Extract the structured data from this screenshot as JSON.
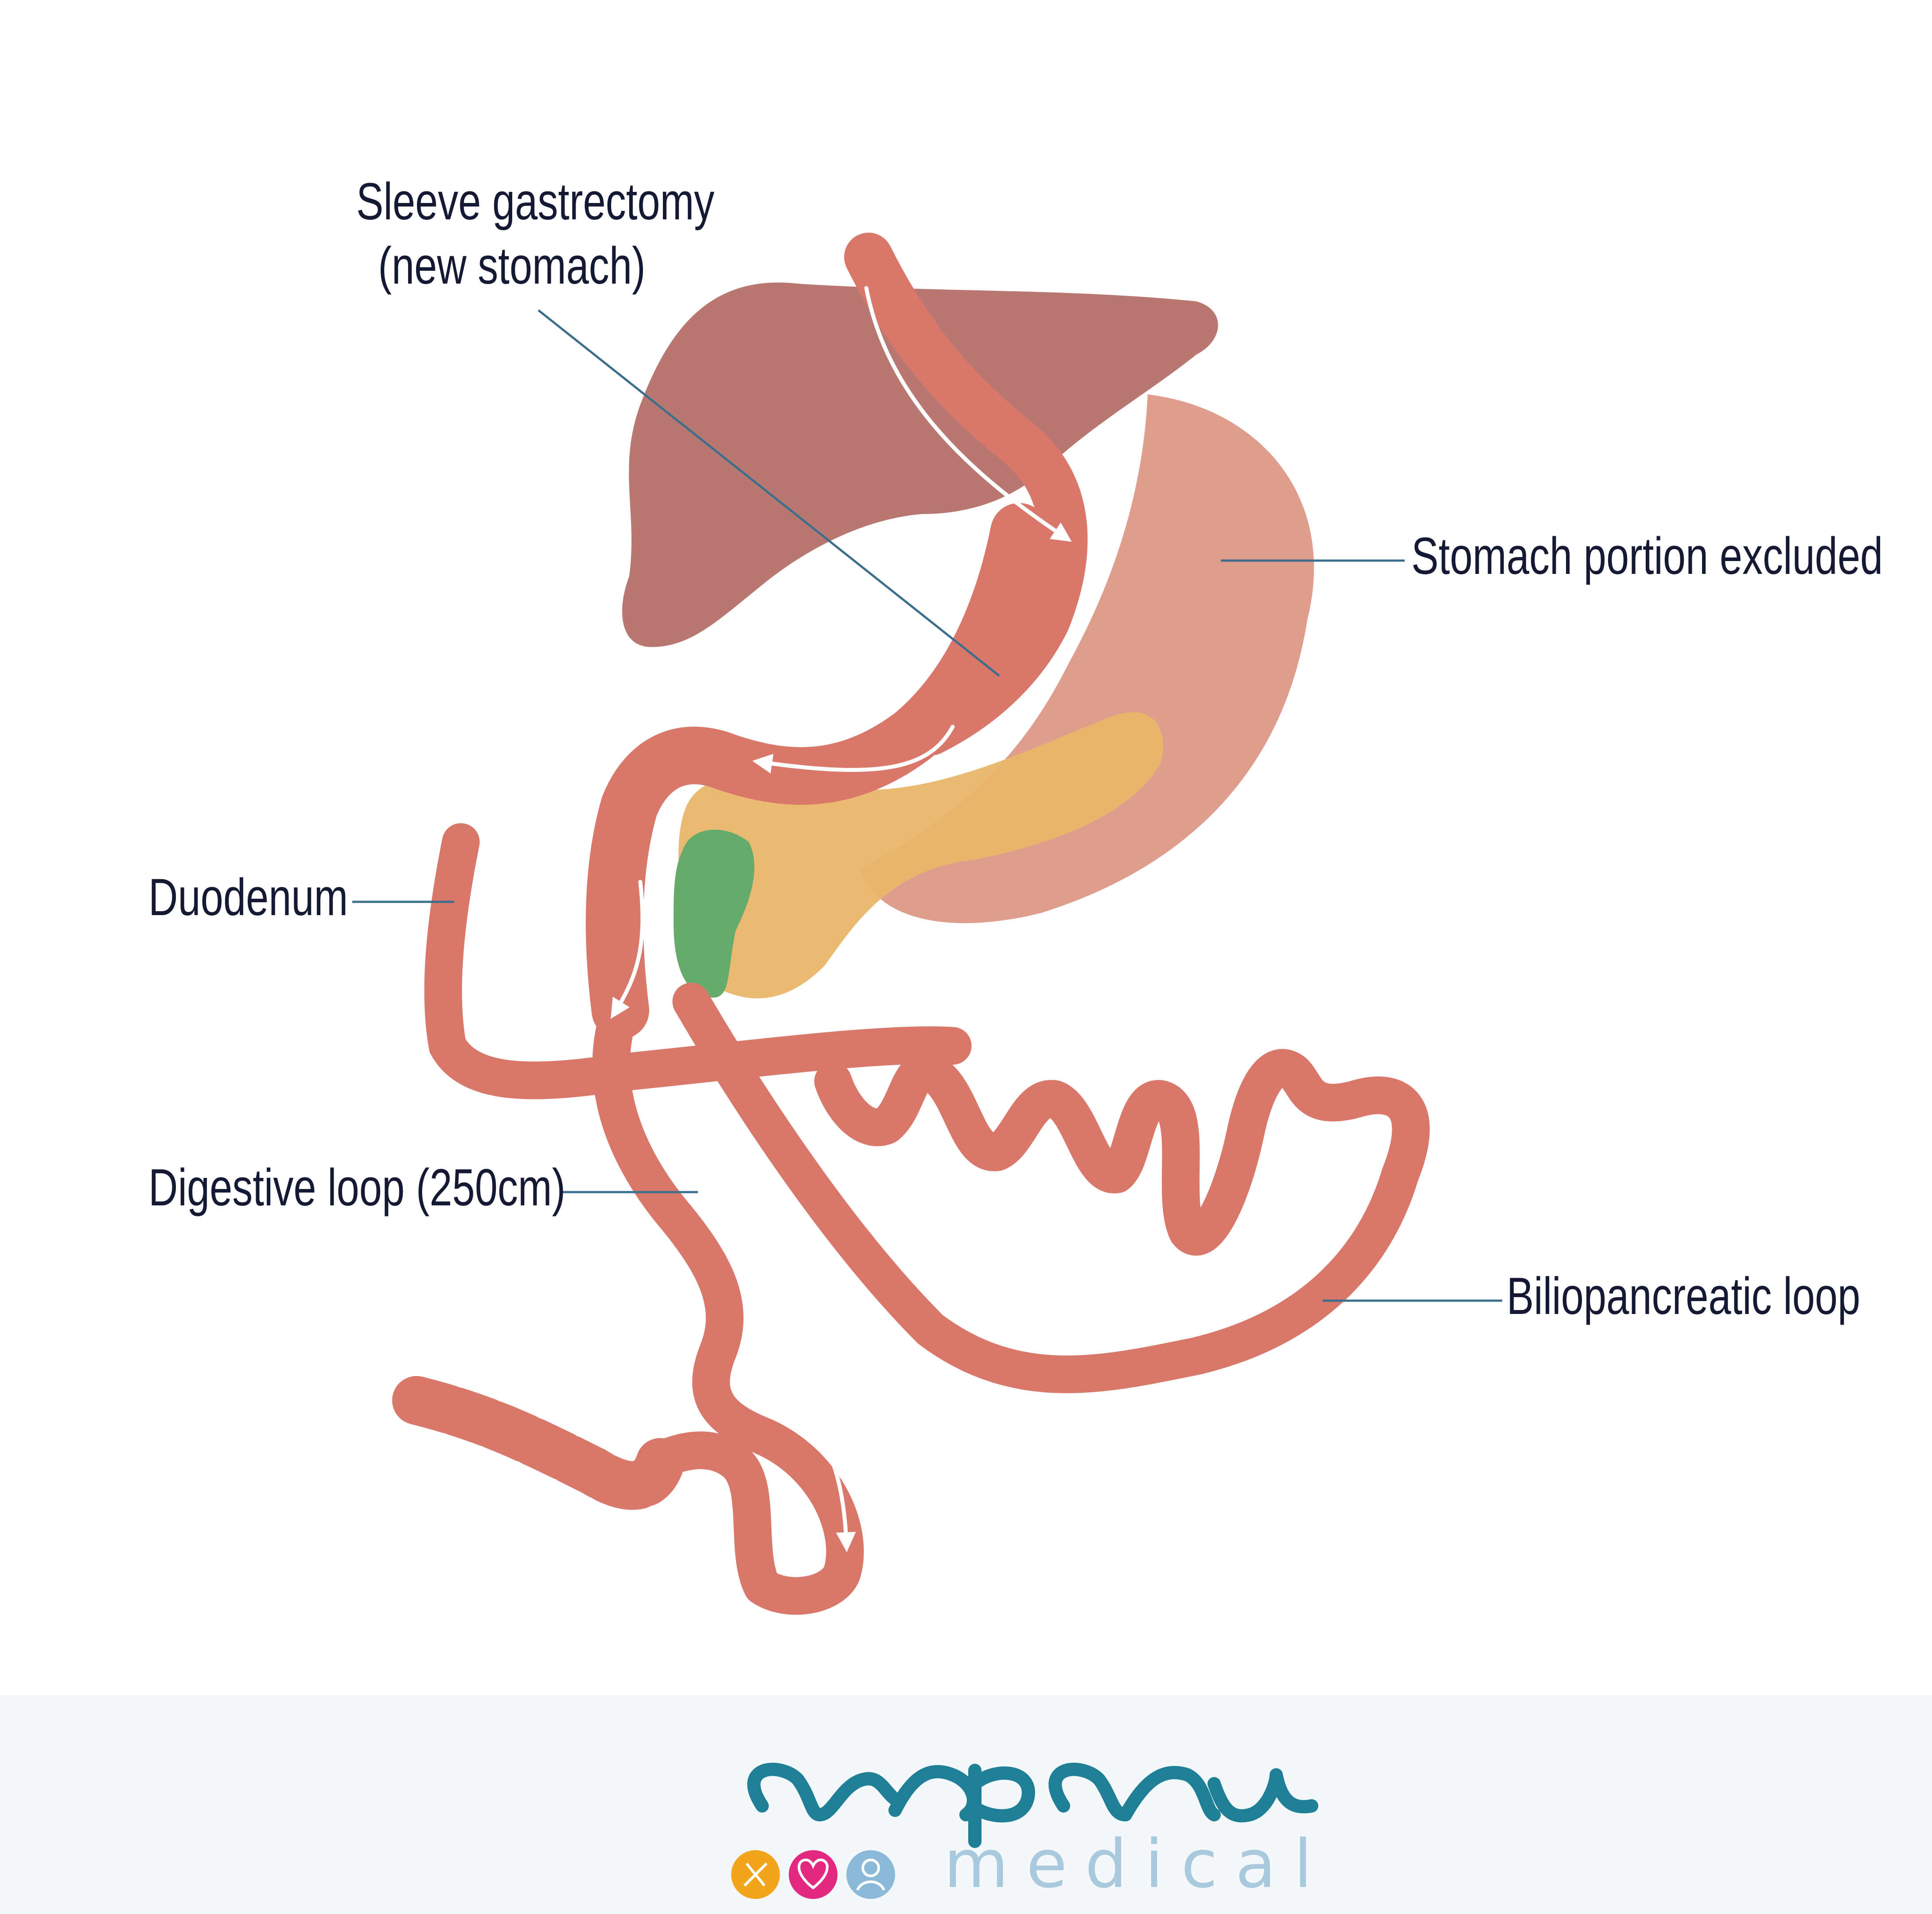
{
  "labels": {
    "sleeve_line1": "Sleeve gastrectomy",
    "sleeve_line2": "(new stomach)",
    "stomach_excluded": "Stomach portion excluded",
    "duodenum": "Duodenum",
    "digestive_loop": "Digestive loop (250cm)",
    "biliopancreatic_loop": "Biliopancreatic loop"
  },
  "logo": {
    "word": "arpanu",
    "subword": "medical",
    "icons": [
      "dna-icon",
      "heart-pulse-icon",
      "person-icon"
    ]
  },
  "colors": {
    "intestine": "#d9776a",
    "stomach_excluded": "#db9282",
    "liver": "#b06862",
    "pancreas": "#e9b56a",
    "gallbladder": "#67ab6c",
    "leader_line": "#3d6f8c",
    "label_text": "#141a33",
    "logo_teal": "#1e7f96",
    "logo_light": "#a9c9dc",
    "icon_orange": "#f2a51b",
    "icon_pink": "#e2287f",
    "icon_blue": "#8bbad8",
    "footer_bg": "#f4f8fb"
  }
}
